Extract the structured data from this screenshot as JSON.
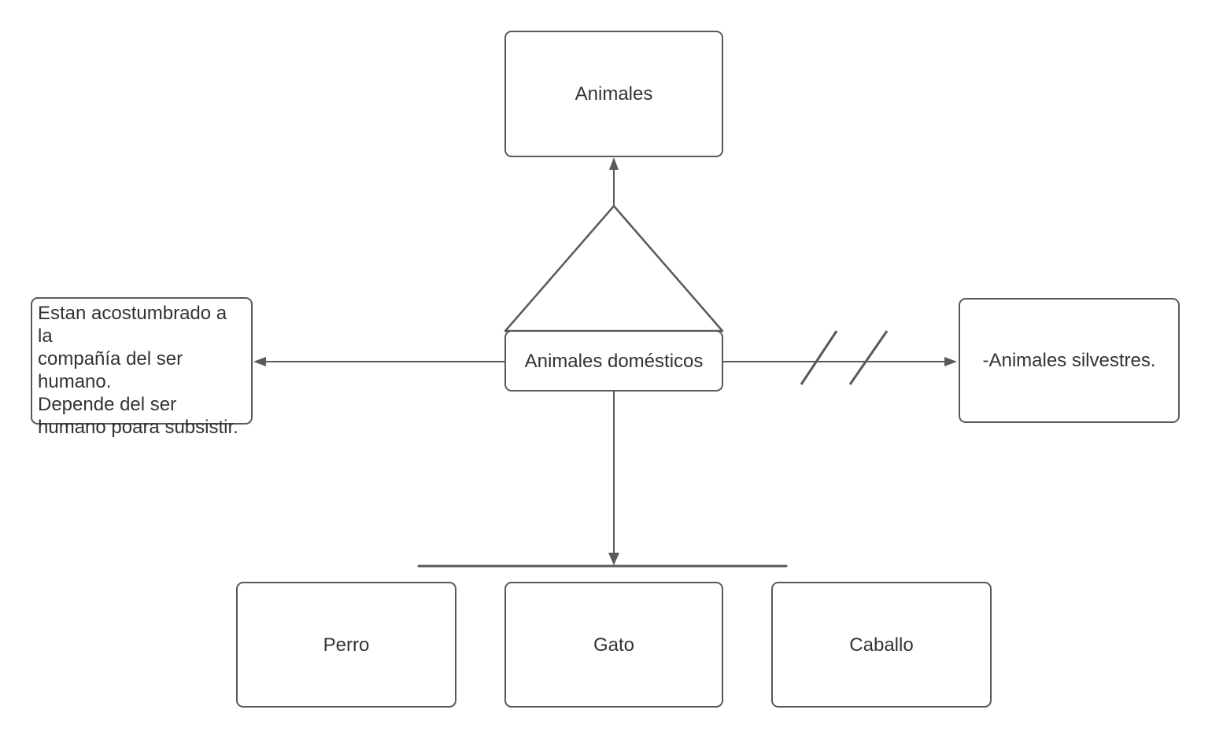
{
  "canvas": {
    "background": "#ffffff",
    "stroke_color": "#595959",
    "text_color": "#333333"
  },
  "nodes": {
    "animales": {
      "label": "Animales"
    },
    "domesticos": {
      "label": "Animales domésticos"
    },
    "descripcion": {
      "text": "Estan acostumbrado a la\ncompañía del ser\nhumano.\nDepende del ser\nhumano poara subsistir."
    },
    "silvestres": {
      "label": "-Animales silvestres."
    },
    "perro": {
      "label": "Perro"
    },
    "gato": {
      "label": "Gato"
    },
    "caballo": {
      "label": "Caballo"
    }
  }
}
